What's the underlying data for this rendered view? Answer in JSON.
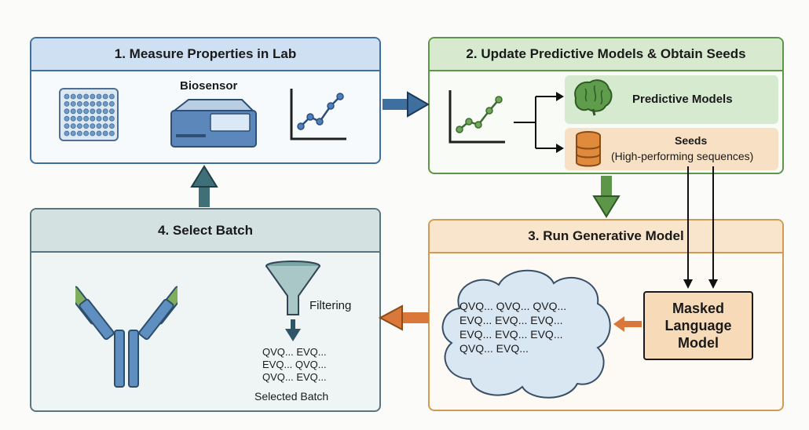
{
  "steps": {
    "measure": {
      "title": "1. Measure Properties in Lab",
      "biosensor_label": "Biosensor"
    },
    "update": {
      "title": "2. Update Predictive Models & Obtain Seeds",
      "predictive_label": "Predictive Models",
      "seeds_label": "Seeds",
      "seeds_sub": "(High-performing sequences)"
    },
    "generate": {
      "title": "3. Run Generative Model",
      "mlm_line1": "Masked",
      "mlm_line2": "Language",
      "mlm_line3": "Model",
      "cloud_rows": [
        "QVQ...  QVQ...  QVQ...",
        "EVQ...  EVQ...  EVQ...",
        "EVQ...  EVQ...  EVQ...",
        "QVQ...  EVQ..."
      ]
    },
    "select": {
      "title": "4. Select Batch",
      "filtering_label": "Filtering",
      "batch_rows": [
        "QVQ...  EVQ...",
        "EVQ...  QVQ...",
        "QVQ...  EVQ..."
      ],
      "batch_label": "Selected Batch"
    }
  },
  "colors": {
    "blue": "#3e6f9e",
    "green": "#5d9648",
    "orange": "#d19a55",
    "teal": "#5a7580"
  }
}
